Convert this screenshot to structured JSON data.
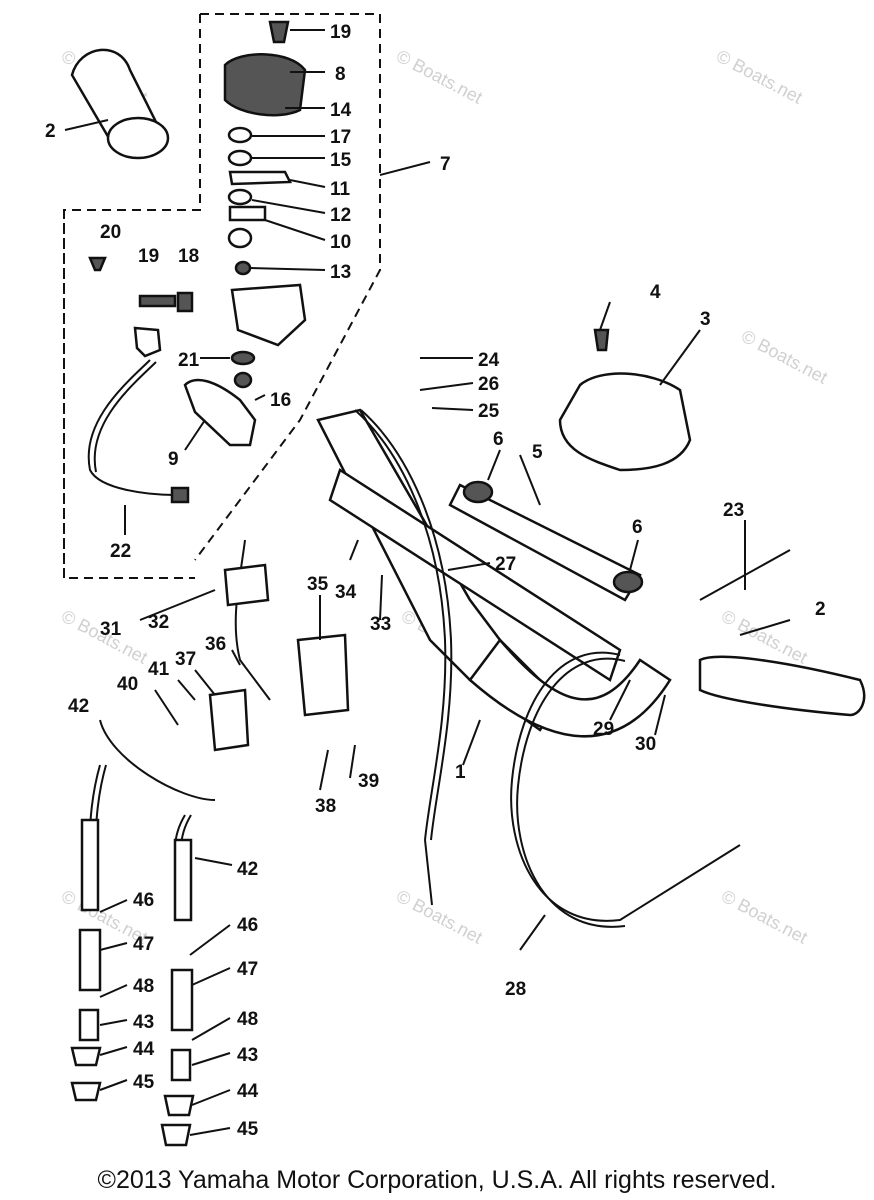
{
  "watermarks": [
    "© Boats.net"
  ],
  "copyright": "©2013 Yamaha Motor Corporation, U.S.A. All rights reserved.",
  "callouts": [
    "1",
    "2",
    "3",
    "4",
    "5",
    "6",
    "7",
    "8",
    "9",
    "10",
    "11",
    "12",
    "13",
    "14",
    "15",
    "16",
    "17",
    "18",
    "19",
    "20",
    "21",
    "22",
    "23",
    "24",
    "25",
    "26",
    "27",
    "28",
    "29",
    "30",
    "31",
    "32",
    "33",
    "34",
    "35",
    "36",
    "37",
    "38",
    "39",
    "40",
    "41",
    "42",
    "43",
    "44",
    "45",
    "46",
    "47",
    "48"
  ]
}
